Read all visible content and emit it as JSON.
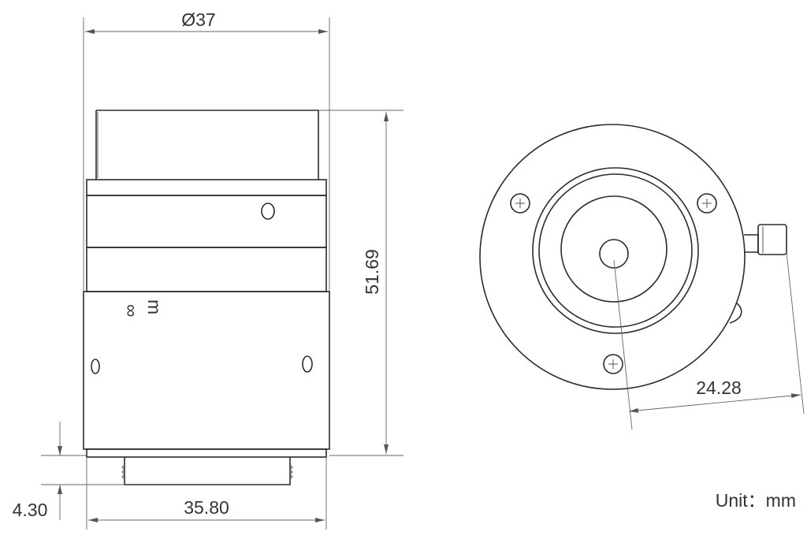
{
  "dimensions": {
    "diameter": "Ø37",
    "length": "51.69",
    "mount_diameter": "35.80",
    "flange_offset": "4.30",
    "knob_offset": "24.28"
  },
  "markings": {
    "infinity": "∞",
    "meter": "m"
  },
  "unit_note": "Unit：mm",
  "colors": {
    "line": "#2b2b2b",
    "dim_line": "#666666",
    "text": "#333333"
  }
}
